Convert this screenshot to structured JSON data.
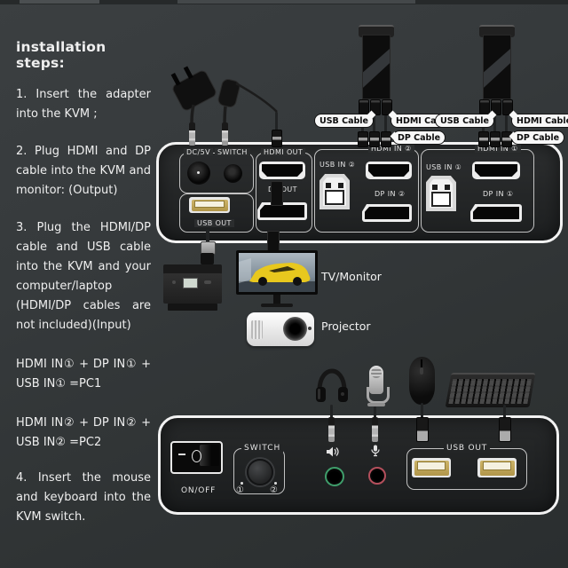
{
  "background": {
    "top_color": "#3b3f41",
    "bottom_color": "#2a2e2f"
  },
  "instructions": {
    "title": "installation steps:",
    "steps": [
      "1. Insert the adapter into the KVM ;",
      "2. Plug HDMI and DP cable into the KVM and monitor: (Output)",
      "3. Plug the HDMI/DP cable and USB cable into the KVM and your computer/laptop (HDMI/DP cables are not included)(Input)",
      "HDMI IN① + DP IN① + USB IN① =PC1",
      "HDMI IN② + DP IN② + USB IN② =PC2",
      "4. Insert the mouse and keyboard into the KVM switch."
    ]
  },
  "cable_bubbles": {
    "usb_left": "USB Cable",
    "hdmi_left": "HDMI Cable",
    "dp_left": "DP Cable",
    "usb_right": "USB Cable",
    "hdmi_right": "HDMI Cable",
    "dp_right": "DP Cable"
  },
  "back_panel": {
    "dc": "DC/5V",
    "switch": "SWITCH",
    "hdmi_out": "HDMI OUT",
    "dp_out": "DP OUT",
    "usb_out": "USB OUT",
    "usb_in_2": "USB IN ②",
    "hdmi_in_2": "HDMI IN ②",
    "dp_in_2": "DP IN ②",
    "usb_in_1": "USB IN ①",
    "hdmi_in_1": "HDMI IN ①",
    "dp_in_1": "DP IN ①"
  },
  "front_panel": {
    "power": "ON/OFF",
    "switch": "SWITCH",
    "pos_1": "①",
    "pos_2": "②",
    "usb_out": "USB OUT"
  },
  "device_labels": {
    "tv": "TV/Monitor",
    "projector": "Projector"
  },
  "colors": {
    "headphone_ring": "#3f9e6b",
    "mic_ring": "#b44f5c",
    "usb_gold": "#cdb468",
    "panel_border": "#f2f2f2",
    "bubble_bg": "#f8f8f8"
  }
}
